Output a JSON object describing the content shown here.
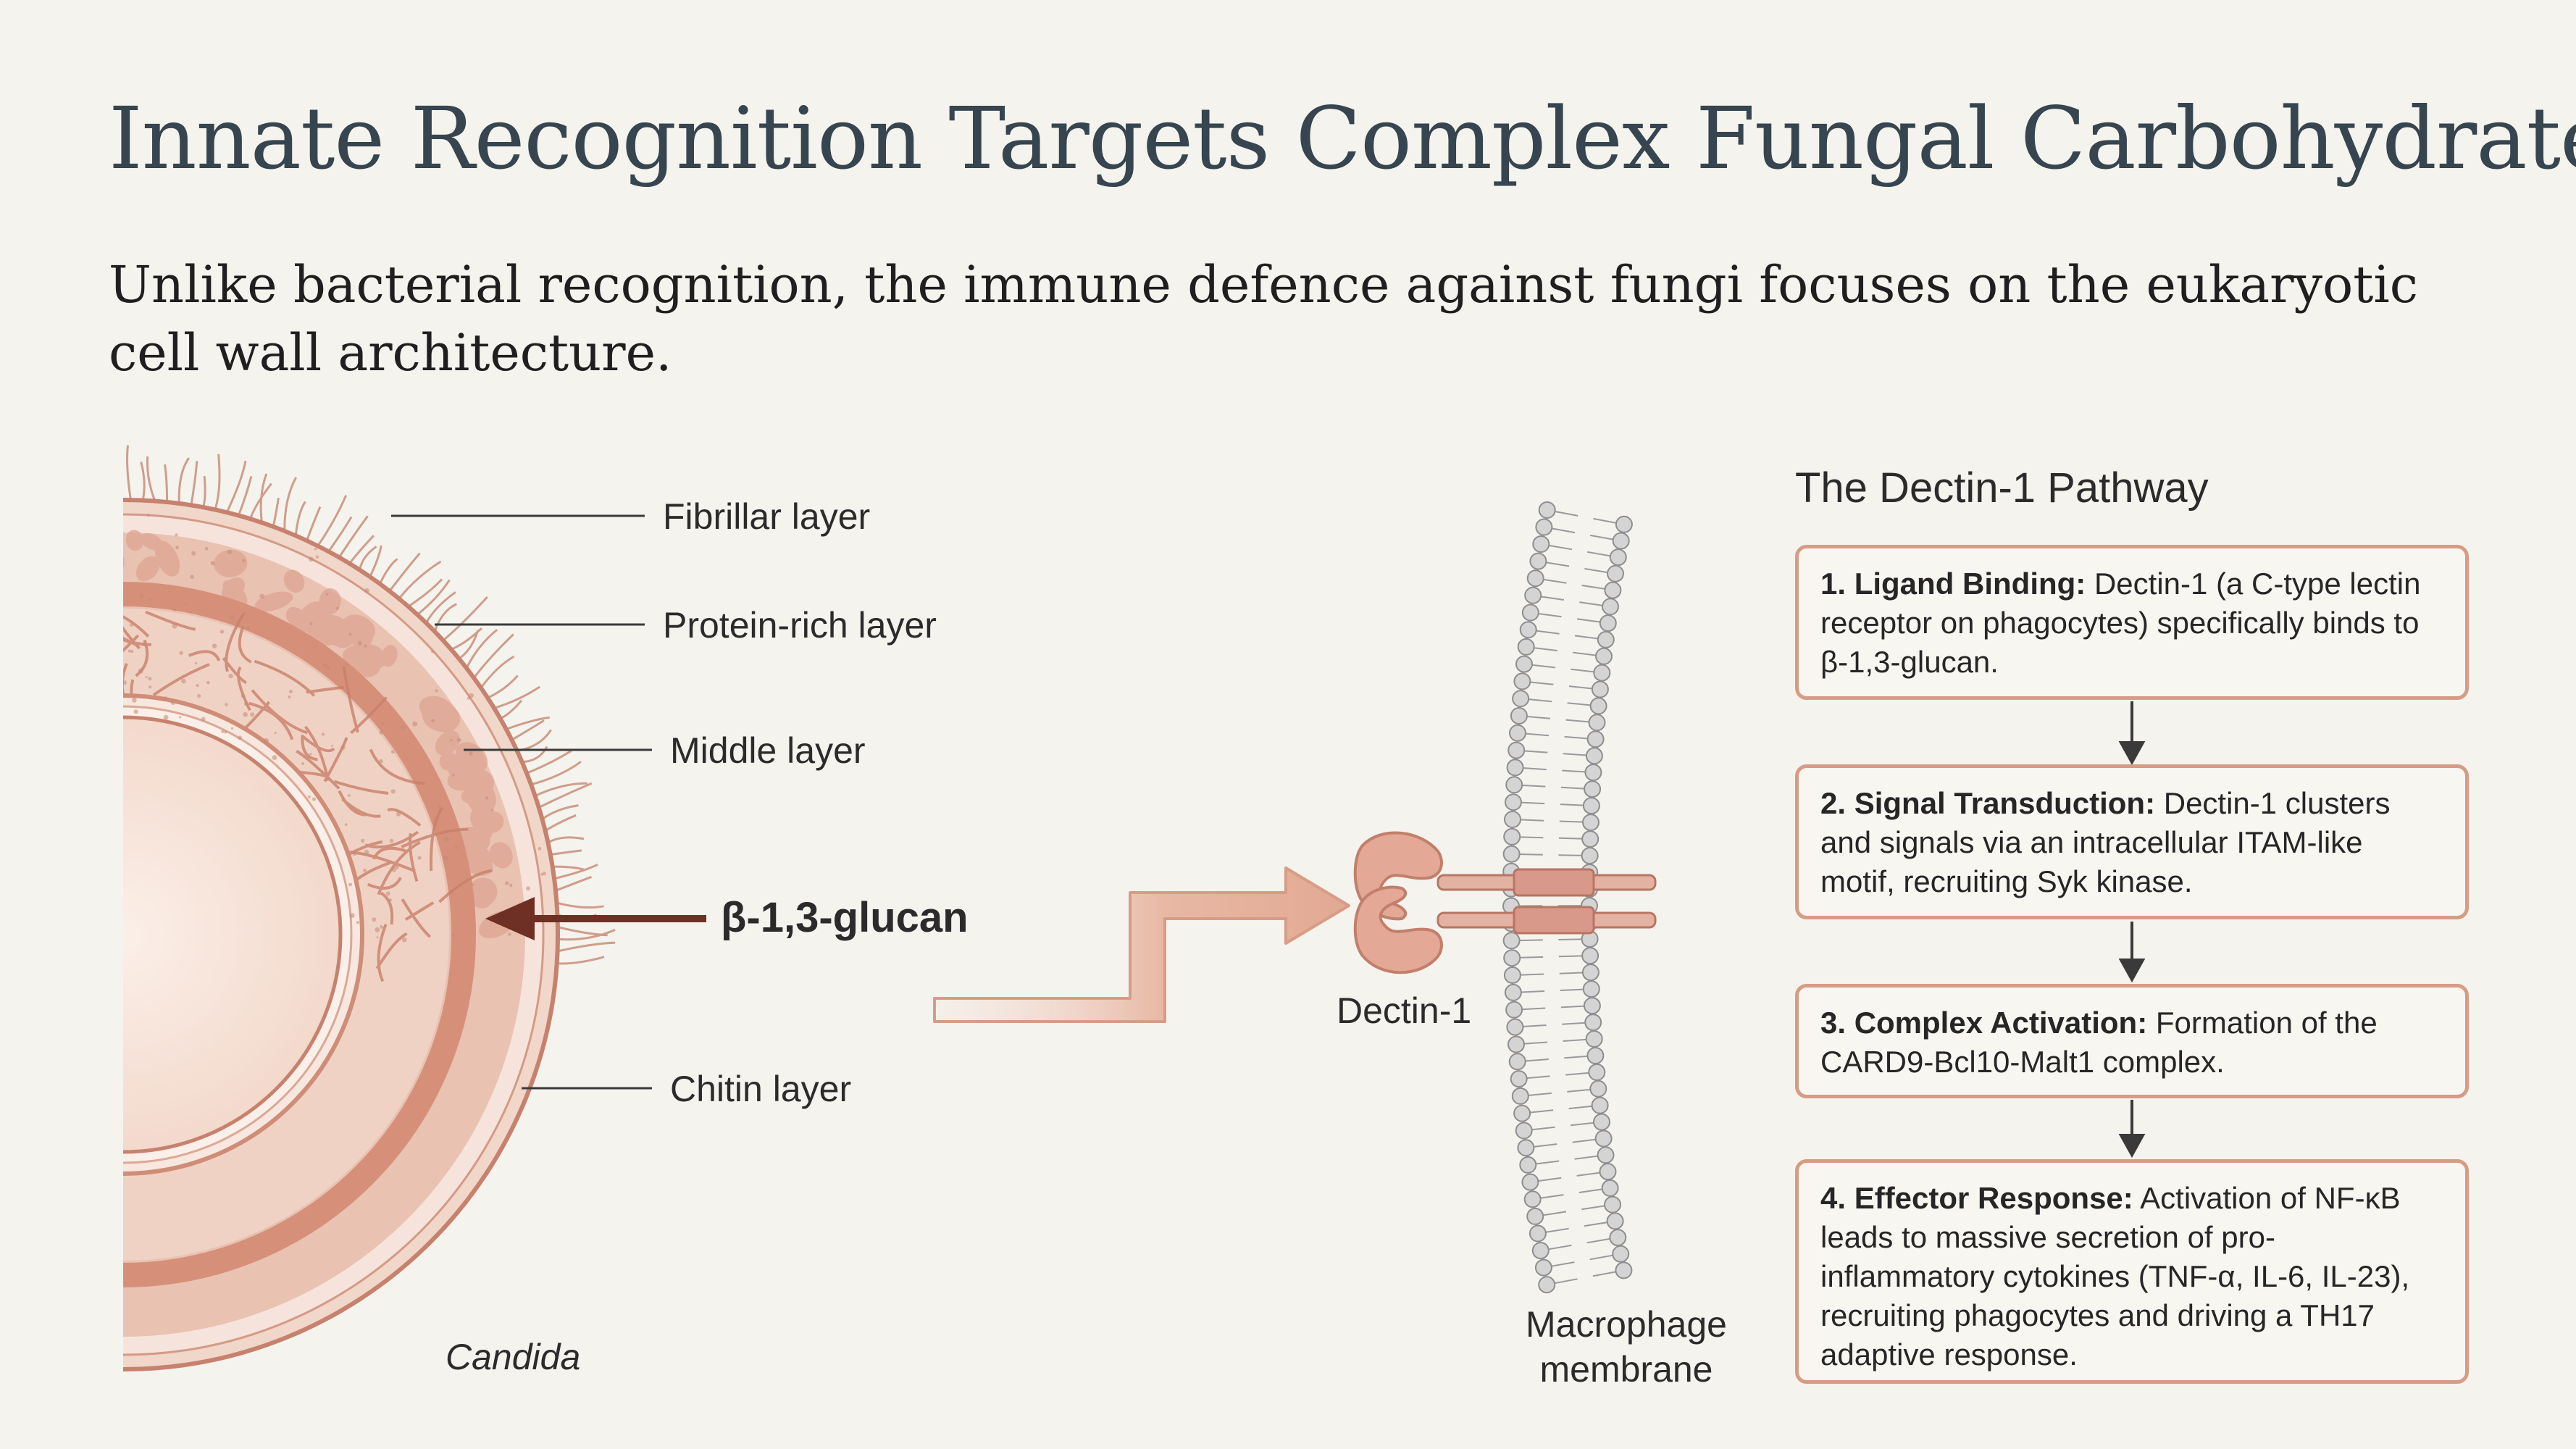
{
  "title": "Innate Recognition Targets Complex Fungal Carbohydrates",
  "subtitle": "Unlike bacterial recognition, the immune defence against fungi focuses on the eukaryotic cell wall architecture.",
  "cell_labels": {
    "fibrillar": "Fibrillar layer",
    "protein_rich": "Protein-rich layer",
    "middle": "Middle layer",
    "glucan": "β-1,3-glucan",
    "chitin": "Chitin layer",
    "organism": "Candida"
  },
  "receptor_label": "Dectin-1",
  "membrane_label_line1": "Macrophage",
  "membrane_label_line2": "membrane",
  "pathway": {
    "heading": "The Dectin-1 Pathway",
    "steps": [
      {
        "title": "1. Ligand Binding:",
        "text": "Dectin-1 (a C-type lectin receptor on phagocytes) specifically binds to β-1,3-glucan."
      },
      {
        "title": "2. Signal Transduction:",
        "text": "Dectin-1 clusters and signals via an intracellular ITAM-like motif, recruiting Syk kinase."
      },
      {
        "title": "3. Complex Activation:",
        "text": "Formation of the CARD9-Bcl10-Malt1 complex."
      },
      {
        "title": "4. Effector Response:",
        "text": "Activation of NF-κB leads to massive secretion of pro-inflammatory cytokines (TNF-α, IL-6, IL-23), recruiting phagocytes and driving a TH17 adaptive response."
      }
    ]
  },
  "colors": {
    "title": "#36454f",
    "accent": "#c9806a",
    "dark_arrow": "#6e2f24",
    "box_border": "#d79b86"
  }
}
